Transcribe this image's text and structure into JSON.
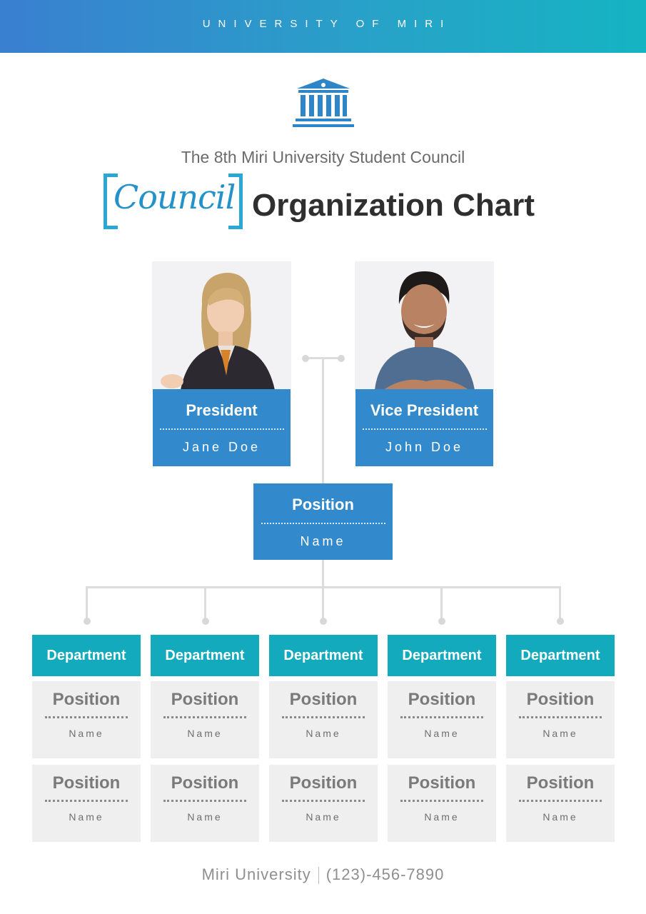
{
  "header": {
    "banner": "UNIVERSITY OF MIRI"
  },
  "logo": {
    "icon": "institution-building-icon"
  },
  "titles": {
    "subtitle": "The 8th Miri University Student Council",
    "bracket_word": "Council",
    "main": "Organization Chart"
  },
  "leaders": [
    {
      "role": "President",
      "name": "Jane Doe"
    },
    {
      "role": "Vice President",
      "name": "John Doe"
    }
  ],
  "center": {
    "role": "Position",
    "name": "Name"
  },
  "departments": [
    {
      "label": "Department",
      "cards": [
        {
          "role": "Position",
          "name": "Name"
        },
        {
          "role": "Position",
          "name": "Name"
        }
      ]
    },
    {
      "label": "Department",
      "cards": [
        {
          "role": "Position",
          "name": "Name"
        },
        {
          "role": "Position",
          "name": "Name"
        }
      ]
    },
    {
      "label": "Department",
      "cards": [
        {
          "role": "Position",
          "name": "Name"
        },
        {
          "role": "Position",
          "name": "Name"
        }
      ]
    },
    {
      "label": "Department",
      "cards": [
        {
          "role": "Position",
          "name": "Name"
        },
        {
          "role": "Position",
          "name": "Name"
        }
      ]
    },
    {
      "label": "Department",
      "cards": [
        {
          "role": "Position",
          "name": "Name"
        },
        {
          "role": "Position",
          "name": "Name"
        }
      ]
    }
  ],
  "footer": {
    "org": "Miri University",
    "phone": "(123)-456-7890"
  },
  "colors": {
    "primary_blue": "#3289cc",
    "teal": "#14aabd",
    "title_dark": "#2f2f2f"
  }
}
